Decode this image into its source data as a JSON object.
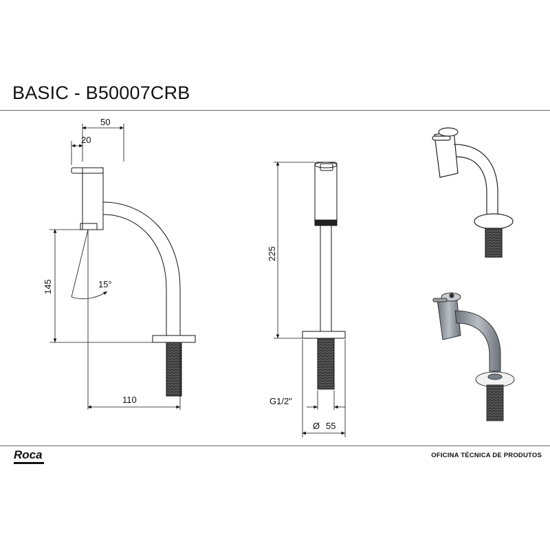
{
  "header": {
    "title": "BASIC - B50007CRB"
  },
  "footer": {
    "logo": "Roca",
    "office": "OFICINA TÉCNICA DE PRODUTOS"
  },
  "dimensions": {
    "top_width": "50",
    "handle_offset": "20",
    "height_spout": "145",
    "angle": "15°",
    "reach": "110",
    "total_height": "225",
    "thread": "G1/2\"",
    "base_diameter": "55",
    "diameter_symbol": "Ø"
  },
  "colors": {
    "line": "#111111",
    "metal": "#8a8f96",
    "thread": "#444444"
  }
}
